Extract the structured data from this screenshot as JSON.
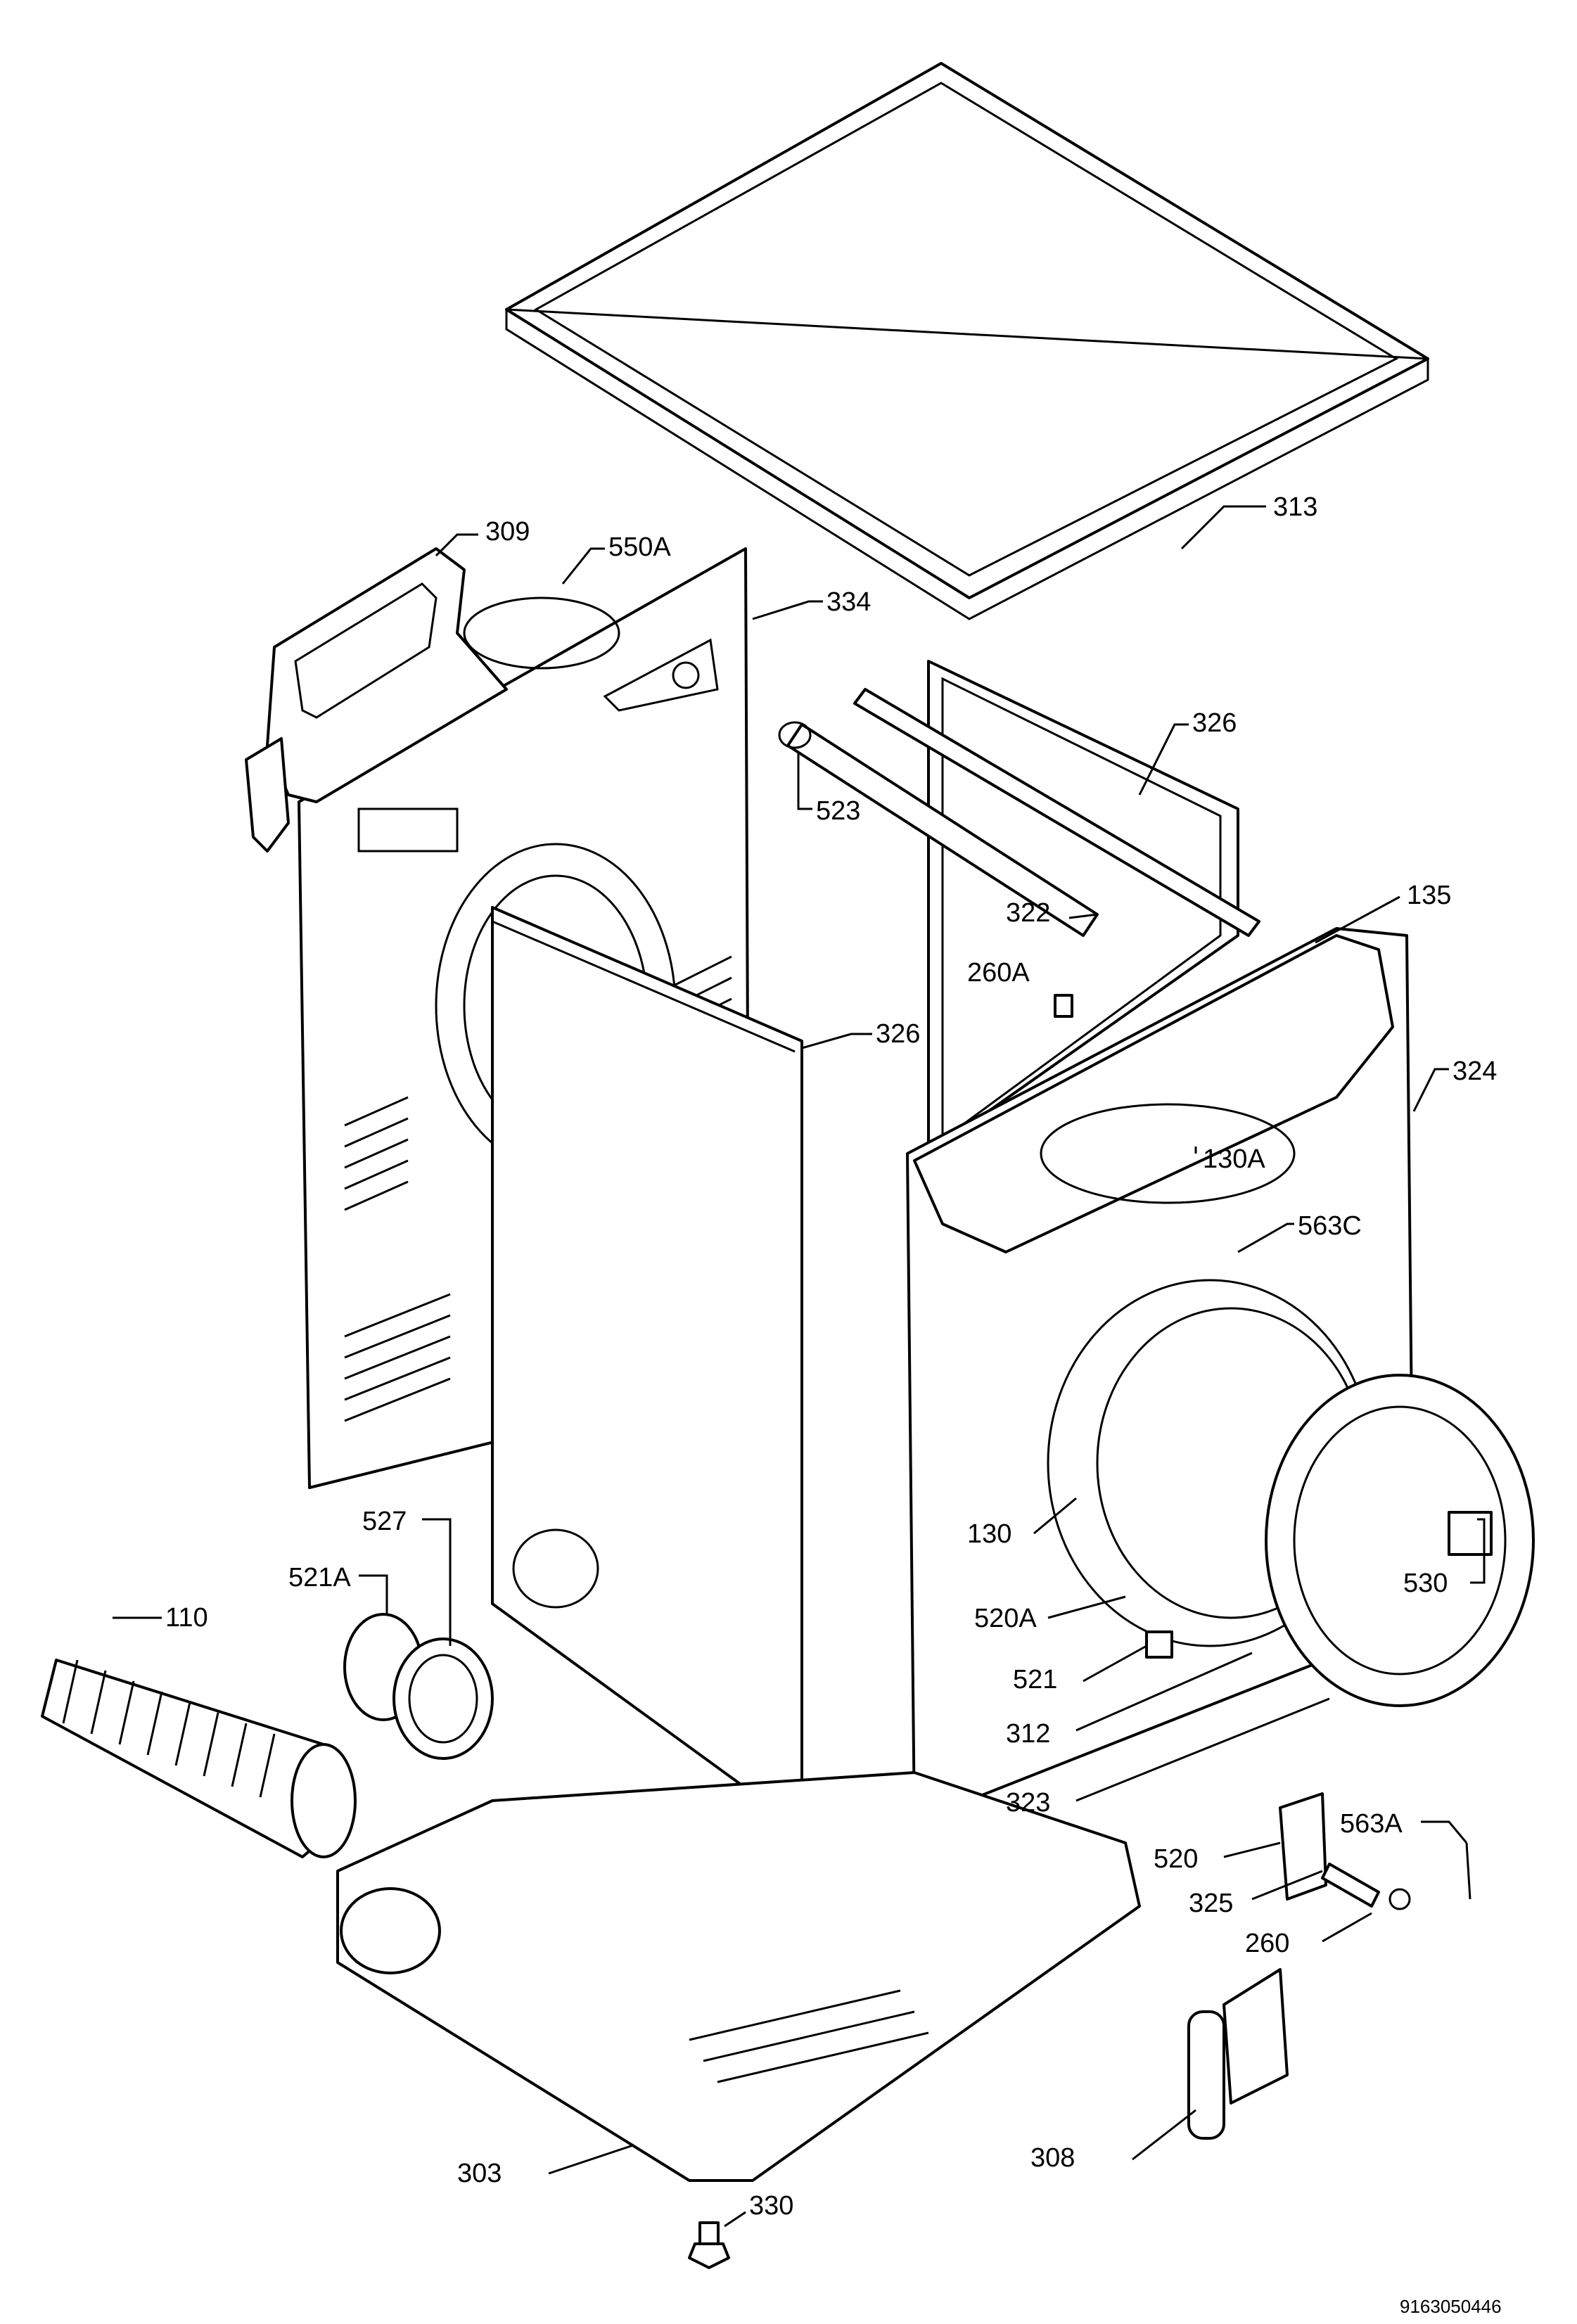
{
  "doc_code": "9163050446",
  "callouts": [
    {
      "id": "313",
      "label": "313"
    },
    {
      "id": "309",
      "label": "309"
    },
    {
      "id": "550a",
      "label": "550A"
    },
    {
      "id": "334",
      "label": "334"
    },
    {
      "id": "326a",
      "label": "326"
    },
    {
      "id": "523",
      "label": "523"
    },
    {
      "id": "322",
      "label": "322"
    },
    {
      "id": "135",
      "label": "135"
    },
    {
      "id": "260a",
      "label": "260A"
    },
    {
      "id": "326b",
      "label": "326"
    },
    {
      "id": "324",
      "label": "324"
    },
    {
      "id": "130a",
      "label": "130A"
    },
    {
      "id": "563c",
      "label": "563C"
    },
    {
      "id": "527",
      "label": "527"
    },
    {
      "id": "521a",
      "label": "521A"
    },
    {
      "id": "110",
      "label": "110"
    },
    {
      "id": "130",
      "label": "130"
    },
    {
      "id": "530",
      "label": "530"
    },
    {
      "id": "520a",
      "label": "520A"
    },
    {
      "id": "521",
      "label": "521"
    },
    {
      "id": "312",
      "label": "312"
    },
    {
      "id": "323",
      "label": "323"
    },
    {
      "id": "563a",
      "label": "563A"
    },
    {
      "id": "520",
      "label": "520"
    },
    {
      "id": "325",
      "label": "325"
    },
    {
      "id": "260",
      "label": "260"
    },
    {
      "id": "308",
      "label": "308"
    },
    {
      "id": "303",
      "label": "303"
    },
    {
      "id": "330",
      "label": "330"
    }
  ]
}
